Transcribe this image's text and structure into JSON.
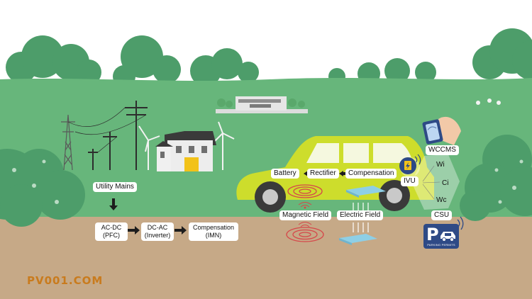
{
  "labels": {
    "utility_mains": "Utility Mains",
    "battery": "Battery",
    "rectifier": "Rectifier",
    "compensation_vehicle": "Compensation",
    "ivu": "IVU",
    "wccms": "WCCMS",
    "wi": "Wi",
    "ci": "Ci",
    "wc": "Wc",
    "csu": "CSU",
    "magnetic_field": "Magnetic Field",
    "electric_field": "Electric Field"
  },
  "ground_chain": [
    {
      "line1": "AC-DC",
      "line2": "(PFC)"
    },
    {
      "line1": "DC-AC",
      "line2": "(Inverter)"
    },
    {
      "line1": "Compensation",
      "line2": "(IMN)"
    }
  ],
  "parking_sign": {
    "letter": "P",
    "caption": "PARKING PERMITS"
  },
  "watermark": "PV001.COM",
  "colors": {
    "sky": "#ffffff",
    "grass": "#67b67b",
    "ground": "#c6a987",
    "car": "#cddd2c",
    "tree": "#4d9d6a",
    "parking": "#2e4a86",
    "watermark": "#c97b1d"
  }
}
